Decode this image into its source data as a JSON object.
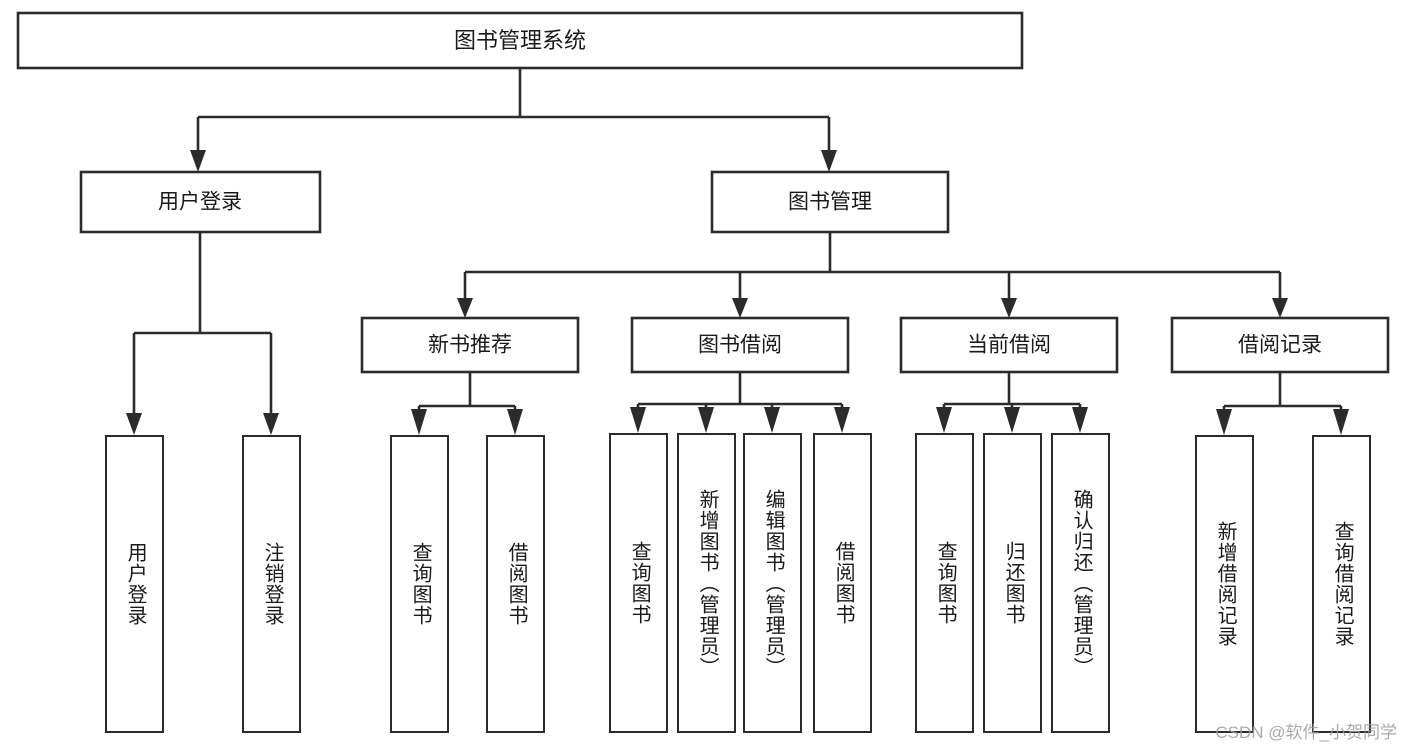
{
  "diagram": {
    "type": "hierarchy-tree",
    "title": "图书管理系统",
    "root": {
      "label": "图书管理系统"
    },
    "level1": [
      {
        "label": "用户登录"
      },
      {
        "label": "图书管理"
      }
    ],
    "level2": [
      {
        "label": "新书推荐"
      },
      {
        "label": "图书借阅"
      },
      {
        "label": "当前借阅"
      },
      {
        "label": "借阅记录"
      }
    ],
    "leaves": {
      "user_login": [
        {
          "label": "用户登录"
        },
        {
          "label": "注销登录"
        }
      ],
      "new_book_recommend": [
        {
          "label": "查询图书"
        },
        {
          "label": "借阅图书"
        }
      ],
      "book_borrow": [
        {
          "label": "查询图书"
        },
        {
          "label": "新增图书（管理员）"
        },
        {
          "label": "编辑图书（管理员）"
        },
        {
          "label": "借阅图书"
        }
      ],
      "current_borrow": [
        {
          "label": "查询图书"
        },
        {
          "label": "归还图书"
        },
        {
          "label": "确认归还（管理员）"
        }
      ],
      "borrow_record": [
        {
          "label": "新增借阅记录"
        },
        {
          "label": "查询借阅记录"
        }
      ]
    }
  },
  "watermark": {
    "text": "CSDN @软件_小贺同学"
  },
  "colors": {
    "stroke": "#2b2b2b",
    "fill": "#ffffff",
    "text": "#1a1a1a",
    "watermark": "#9b9b9b"
  }
}
